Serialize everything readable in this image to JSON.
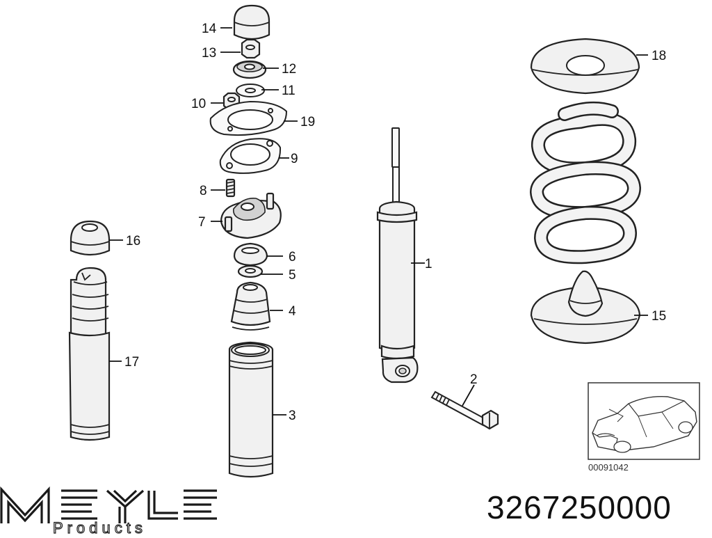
{
  "diagram": {
    "callouts": [
      "1",
      "2",
      "3",
      "4",
      "5",
      "6",
      "7",
      "8",
      "9",
      "10",
      "11",
      "12",
      "13",
      "14",
      "15",
      "16",
      "17",
      "18",
      "19"
    ],
    "thumbnail_code": "00091042"
  },
  "brand": {
    "logo_text": "MEYLE",
    "logo_subtext": "Products"
  },
  "part_number": "3267250000"
}
